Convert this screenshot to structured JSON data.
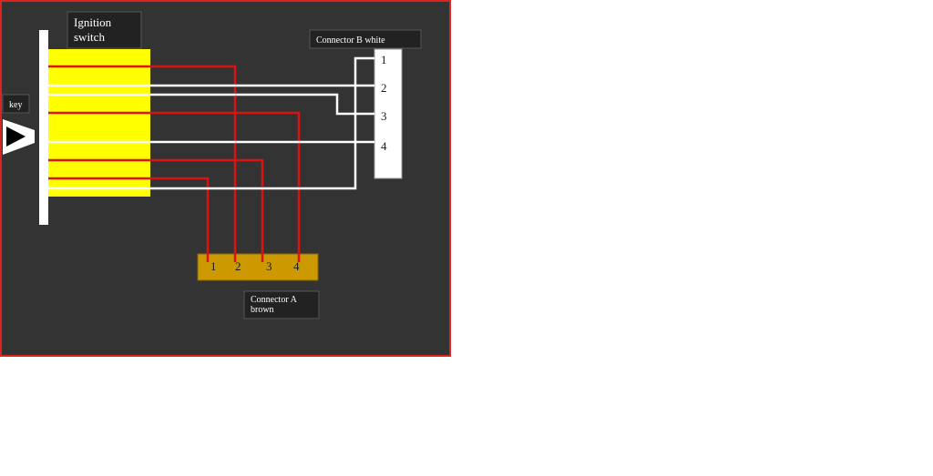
{
  "colors": {
    "panel_bg": "#333333",
    "panel_border": "#dd2222",
    "switch_body": "#ffff00",
    "wire_red": "#dd1111",
    "wire_white": "#ffffff",
    "connector_a": "#cc9900",
    "connector_b": "#ffffff",
    "label_bg": "#222222"
  },
  "labels": {
    "ignition_switch_line1": "Ignition",
    "ignition_switch_line2": "switch",
    "key": "key",
    "connector_b": "Connector B white",
    "connector_a_line1": "Connector A",
    "connector_a_line2": "brown"
  },
  "connector_a": {
    "pins": [
      "1",
      "2",
      "3",
      "4"
    ]
  },
  "connector_b": {
    "pins": [
      "1",
      "2",
      "3",
      "4"
    ]
  },
  "icons": {
    "key": "play-triangle-icon"
  }
}
